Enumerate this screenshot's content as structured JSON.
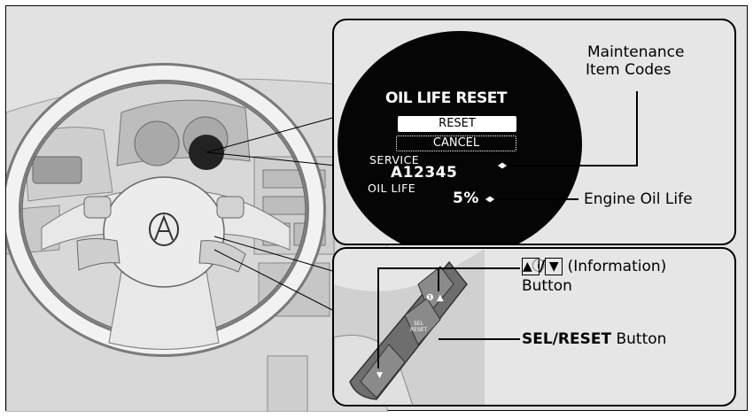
{
  "display": {
    "title": "OIL LIFE RESET",
    "reset_label": "RESET",
    "cancel_label": "CANCEL",
    "service_label": "SERVICE",
    "service_code": "A12345",
    "oil_life_label": "OIL LIFE",
    "oil_life_value": "5%"
  },
  "callouts": {
    "maintenance_codes_line1": "Maintenance",
    "maintenance_codes_line2": "Item Codes",
    "engine_oil_life": "Engine Oil Life",
    "info_button_suffix": "(Information)",
    "info_button_line2": "Button",
    "sel_reset_bold": "SEL/RESET",
    "sel_reset_suffix": "Button"
  },
  "steering_buttons": {
    "sel_reset_small": "SEL\nRESET"
  },
  "icons": {
    "up_info": "triangle-up-info-icon",
    "down": "triangle-down-icon"
  }
}
